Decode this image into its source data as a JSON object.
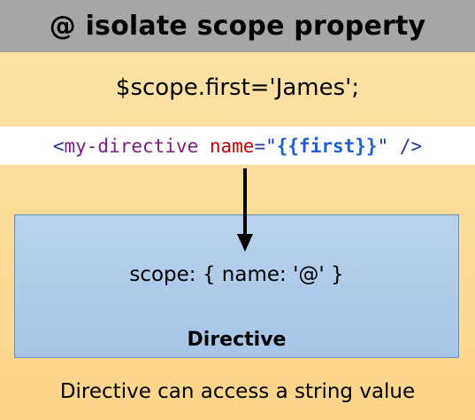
{
  "title": "@ isolate scope property",
  "scope_assignment": "$scope.first='James';",
  "code": {
    "open": "<",
    "tag": "my-directive",
    "attr": "name",
    "equals": "=",
    "quote_open": "\"",
    "expr": "{{first}}",
    "quote_close": "\"",
    "close": " />"
  },
  "directive_box": {
    "scope_definition": "scope: { name: '@' }",
    "label": "Directive"
  },
  "caption": "Directive can access a string value",
  "colors": {
    "title_bar": "#a6a6a6",
    "background": "#fdd58a",
    "directive_box": "#a7c5e8",
    "tag": "#7d1a7d",
    "attribute": "#c00000",
    "expression": "#1f5fd1"
  }
}
